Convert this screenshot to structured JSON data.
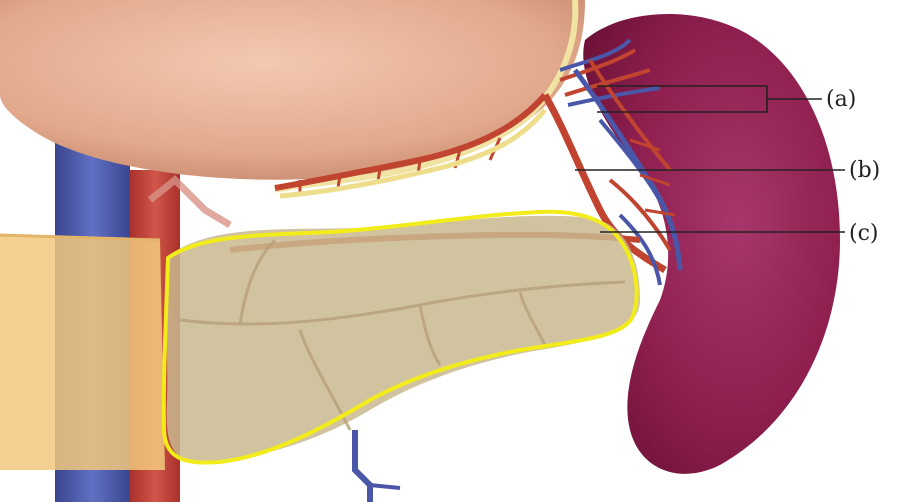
{
  "labels": {
    "a": "(a)",
    "b": "(b)",
    "c": "(c)"
  },
  "colors": {
    "background": "#ffffff",
    "stomach": "#e9b59c",
    "spleen": "#8e1f4f",
    "artery": "#c0442f",
    "vein": "#4a57a8",
    "pancreas": "#c9b98f",
    "highlight": "#f2ec1b",
    "fat": "#eedd8a",
    "leader_line": "#222222"
  }
}
